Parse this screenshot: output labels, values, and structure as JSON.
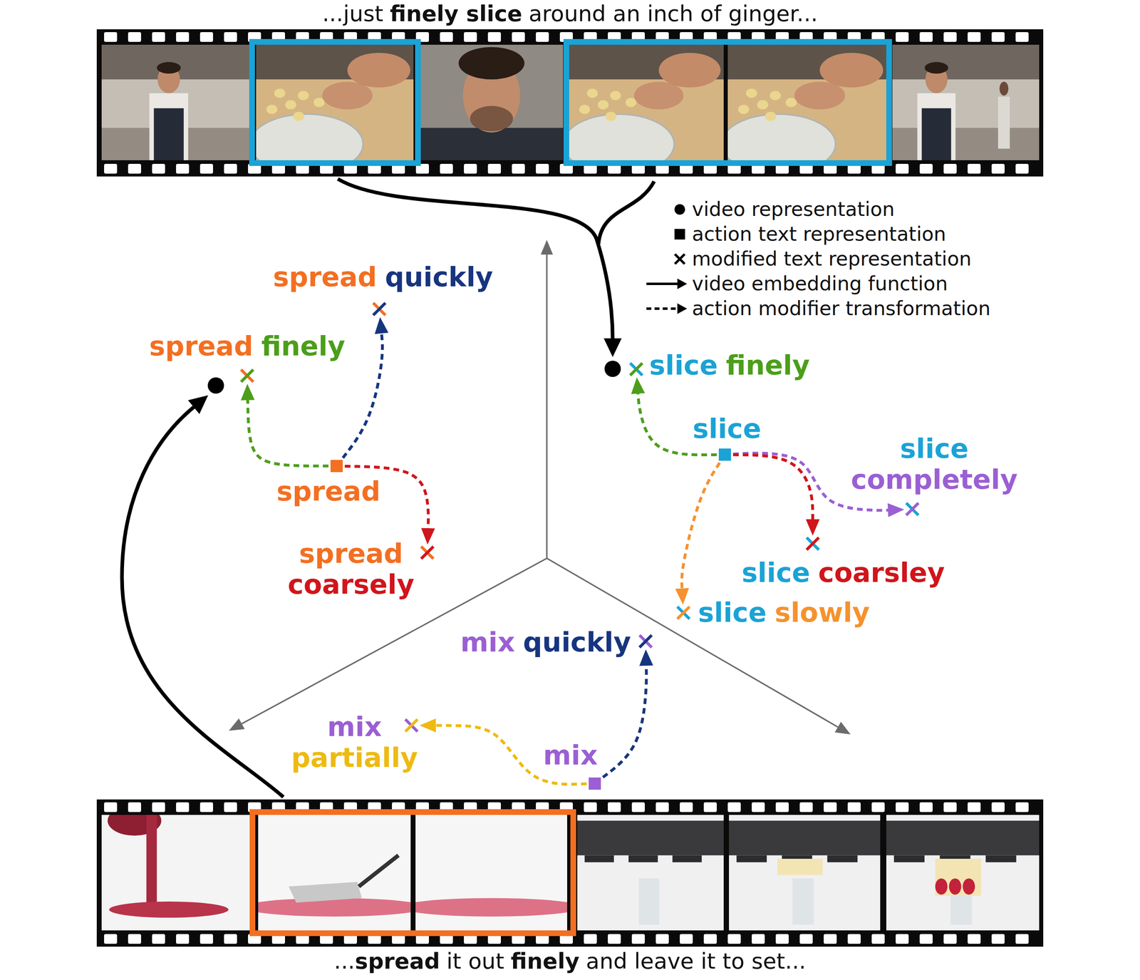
{
  "diagram": {
    "nodes": [
      {
        "text": [
          "spread",
          "quickly"
        ]
      },
      {
        "text": [
          "spread",
          "finely"
        ]
      },
      {
        "text": [
          "spread"
        ]
      },
      {
        "text": [
          "spread",
          "coarsely"
        ]
      },
      {
        "text": [
          "slice",
          "finely"
        ]
      },
      {
        "text": [
          "slice"
        ]
      },
      {
        "text": [
          "slice",
          "completely"
        ]
      },
      {
        "text": [
          "slice",
          "coarsley"
        ]
      },
      {
        "text": [
          "slice",
          "slowly"
        ]
      },
      {
        "text": [
          "mix",
          "quickly"
        ]
      },
      {
        "text": [
          "mix",
          "partially"
        ]
      },
      {
        "text": [
          "mix"
        ]
      }
    ],
    "edges": [
      {
        "from": 2,
        "to": 1,
        "arrow": "to"
      },
      {
        "from": 2,
        "to": 0,
        "arrow": "to"
      },
      {
        "from": 2,
        "to": 3,
        "arrow": "to"
      },
      {
        "from": 5,
        "to": 4,
        "arrow": "to"
      },
      {
        "from": 5,
        "to": 6,
        "arrow": "to"
      },
      {
        "from": 5,
        "to": 7,
        "arrow": "to"
      },
      {
        "from": 5,
        "to": 8,
        "arrow": "to"
      },
      {
        "from": 11,
        "to": 10,
        "arrow": "to"
      },
      {
        "from": 11,
        "to": 9,
        "arrow": "to"
      }
    ],
    "labels": [
      "...just",
      "finely slice",
      "around an inch of ginger...",
      "...",
      "spread",
      "it out",
      "finely",
      "and leave it to set..."
    ],
    "legend": [
      {
        "text": "video representation"
      },
      {
        "text": "action text representation"
      },
      {
        "text": "modified text representation"
      },
      {
        "text": "video embedding function"
      },
      {
        "text": "action modifier transformation"
      }
    ]
  }
}
